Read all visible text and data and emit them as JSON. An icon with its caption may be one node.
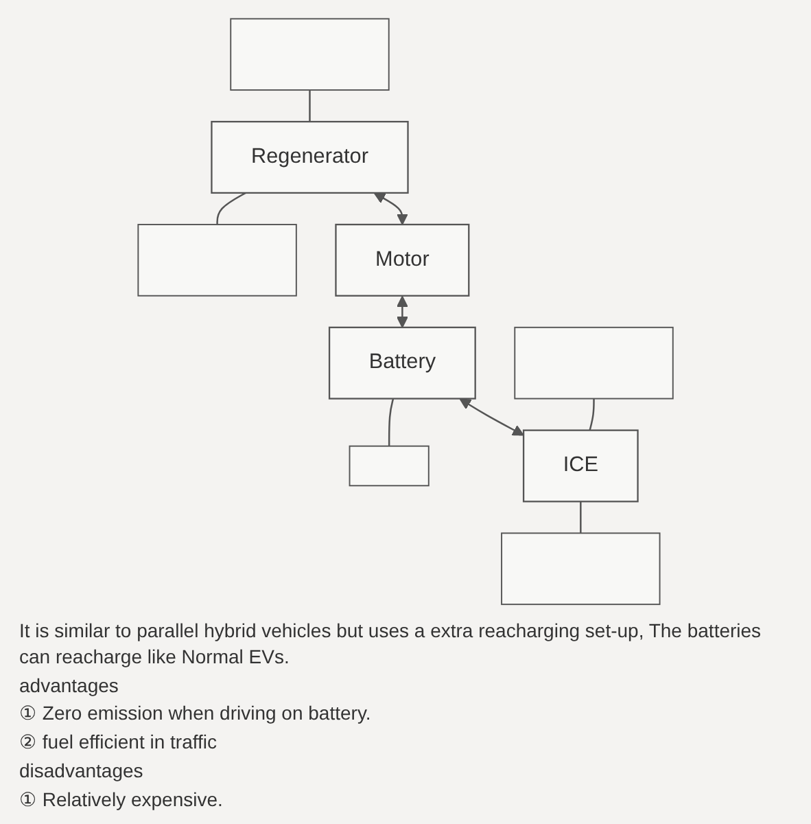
{
  "diagram": {
    "nodes": [
      {
        "text": [],
        "shape": "bar"
      },
      {
        "text": [
          "Regenerator"
        ]
      },
      {
        "text": [],
        "shape": "bar"
      },
      {
        "text": [
          "Motor"
        ]
      },
      {
        "text": [
          "Battery"
        ]
      },
      {
        "text": [],
        "shape": "plug"
      },
      {
        "text": [],
        "shape": "bar"
      },
      {
        "text": [
          "ICE"
        ]
      },
      {
        "text": [],
        "shape": "bar"
      }
    ],
    "edges": [
      {
        "from": 0,
        "to": 1,
        "arrow": "none"
      },
      {
        "from": 1,
        "to": 2,
        "arrow": "none"
      },
      {
        "from": 1,
        "to": 3,
        "arrow": "both"
      },
      {
        "from": 3,
        "to": 4,
        "arrow": "both"
      },
      {
        "from": 4,
        "to": 5,
        "arrow": "none"
      },
      {
        "from": 4,
        "to": 7,
        "arrow": "both"
      },
      {
        "from": 6,
        "to": 7,
        "arrow": "none"
      },
      {
        "from": 7,
        "to": 8,
        "arrow": "none"
      }
    ],
    "labels": [
      "It is similar to parallel hybrid vehicles but uses a extra reacharging set-up, The batteries can reacharge like Normal EVs.",
      "advantages",
      "① Zero emission when driving on battery.",
      "② fuel efficient in traffic",
      "disadvantages",
      "① Relatively expensive."
    ]
  }
}
